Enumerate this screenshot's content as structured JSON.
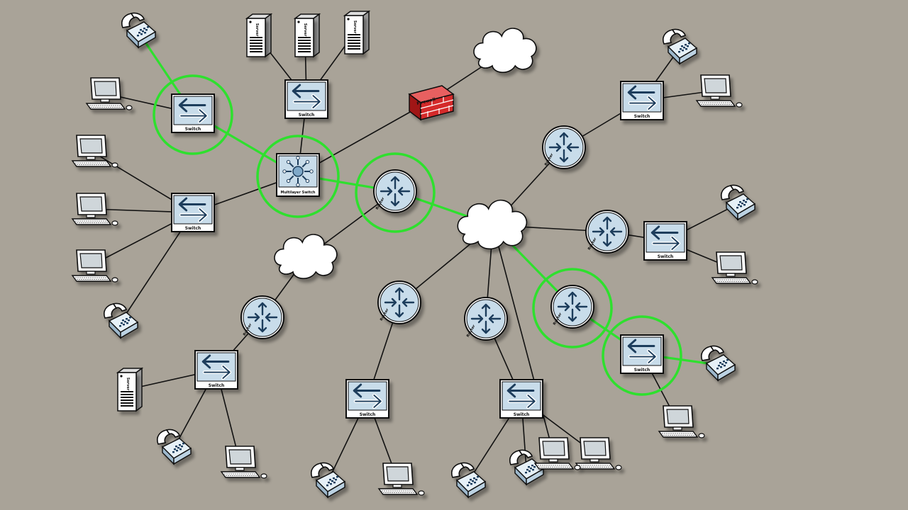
{
  "labels": {
    "switch": "Switch",
    "router": "Router",
    "server": "Server",
    "firewall": "Firewall",
    "multilayer_switch": "Multilayer Switch"
  },
  "colors": {
    "background": "#a9a398",
    "device_fill": "#c8dcea",
    "highlight": "#2ee02e",
    "link": "#111111",
    "firewall_brick": "#d42a2a"
  },
  "nodes": [
    {
      "id": "mls",
      "type": "multilayer-switch",
      "highlighted": true
    },
    {
      "id": "sw-top-left",
      "type": "switch",
      "highlighted": true
    },
    {
      "id": "sw-top-center",
      "type": "switch",
      "highlighted": false
    },
    {
      "id": "sw-left",
      "type": "switch",
      "highlighted": false
    },
    {
      "id": "sw-top-right",
      "type": "switch",
      "highlighted": false
    },
    {
      "id": "sw-right",
      "type": "switch",
      "highlighted": false
    },
    {
      "id": "sw-bottom-left",
      "type": "switch",
      "highlighted": false
    },
    {
      "id": "sw-bottom-mid-left",
      "type": "switch",
      "highlighted": false
    },
    {
      "id": "sw-bottom-mid-right",
      "type": "switch",
      "highlighted": false
    },
    {
      "id": "sw-bottom-right",
      "type": "switch",
      "highlighted": true
    },
    {
      "id": "router-center",
      "type": "router",
      "highlighted": true
    },
    {
      "id": "router-upper-right",
      "type": "router",
      "highlighted": false
    },
    {
      "id": "router-right",
      "type": "router",
      "highlighted": false
    },
    {
      "id": "router-lower-right",
      "type": "router",
      "highlighted": true
    },
    {
      "id": "router-lower-left",
      "type": "router",
      "highlighted": false
    },
    {
      "id": "router-lower-mid",
      "type": "router",
      "highlighted": false
    },
    {
      "id": "router-lower-mid2",
      "type": "router",
      "highlighted": false
    },
    {
      "id": "firewall",
      "type": "firewall",
      "highlighted": false
    },
    {
      "id": "cloud-top",
      "type": "cloud",
      "highlighted": false
    },
    {
      "id": "cloud-center",
      "type": "cloud",
      "highlighted": false
    },
    {
      "id": "cloud-left",
      "type": "cloud",
      "highlighted": false
    },
    {
      "id": "server-1",
      "type": "server",
      "highlighted": false
    },
    {
      "id": "server-2",
      "type": "server",
      "highlighted": false
    },
    {
      "id": "server-3",
      "type": "server",
      "highlighted": false
    },
    {
      "id": "server-4",
      "type": "server",
      "highlighted": false
    },
    {
      "id": "phone-1",
      "type": "phone",
      "highlighted": true
    },
    {
      "id": "phone-2",
      "type": "phone",
      "highlighted": false
    },
    {
      "id": "phone-3",
      "type": "phone",
      "highlighted": false
    },
    {
      "id": "phone-4",
      "type": "phone",
      "highlighted": false
    },
    {
      "id": "phone-5",
      "type": "phone",
      "highlighted": true
    },
    {
      "id": "phone-6",
      "type": "phone",
      "highlighted": false
    },
    {
      "id": "phone-7",
      "type": "phone",
      "highlighted": false
    },
    {
      "id": "phone-8",
      "type": "phone",
      "highlighted": false
    },
    {
      "id": "phone-9",
      "type": "phone",
      "highlighted": false
    },
    {
      "id": "pc-1",
      "type": "computer",
      "highlighted": false
    },
    {
      "id": "pc-2",
      "type": "computer",
      "highlighted": false
    },
    {
      "id": "pc-3",
      "type": "computer",
      "highlighted": false
    },
    {
      "id": "pc-4",
      "type": "computer",
      "highlighted": false
    },
    {
      "id": "pc-5",
      "type": "computer",
      "highlighted": false
    },
    {
      "id": "pc-6",
      "type": "computer",
      "highlighted": false
    },
    {
      "id": "pc-7",
      "type": "computer",
      "highlighted": false
    },
    {
      "id": "pc-8",
      "type": "computer",
      "highlighted": false
    },
    {
      "id": "pc-9",
      "type": "computer",
      "highlighted": false
    },
    {
      "id": "pc-10",
      "type": "computer",
      "highlighted": false
    },
    {
      "id": "pc-11",
      "type": "computer",
      "highlighted": false
    }
  ],
  "links": [
    {
      "from": "sw-top-left",
      "to": "phone-1",
      "highlighted": true
    },
    {
      "from": "sw-top-left",
      "to": "pc-1",
      "highlighted": false
    },
    {
      "from": "sw-top-left",
      "to": "mls",
      "highlighted": true
    },
    {
      "from": "mls",
      "to": "router-center",
      "highlighted": true
    },
    {
      "from": "router-center",
      "to": "cloud-center",
      "highlighted": true
    },
    {
      "from": "cloud-center",
      "to": "router-lower-right",
      "highlighted": true
    },
    {
      "from": "router-lower-right",
      "to": "sw-bottom-right",
      "highlighted": true
    },
    {
      "from": "sw-bottom-right",
      "to": "phone-5",
      "highlighted": true
    },
    {
      "from": "mls",
      "to": "sw-top-center",
      "highlighted": false
    },
    {
      "from": "sw-top-center",
      "to": "server-1",
      "highlighted": false
    },
    {
      "from": "sw-top-center",
      "to": "server-2",
      "highlighted": false
    },
    {
      "from": "sw-top-center",
      "to": "server-3",
      "highlighted": false
    },
    {
      "from": "mls",
      "to": "firewall",
      "highlighted": false
    },
    {
      "from": "firewall",
      "to": "cloud-top",
      "highlighted": false
    },
    {
      "from": "mls",
      "to": "sw-left",
      "highlighted": false
    },
    {
      "from": "sw-left",
      "to": "pc-2",
      "highlighted": false
    },
    {
      "from": "sw-left",
      "to": "pc-3",
      "highlighted": false
    },
    {
      "from": "sw-left",
      "to": "pc-4",
      "highlighted": false
    },
    {
      "from": "sw-left",
      "to": "phone-2",
      "highlighted": false
    },
    {
      "from": "router-center",
      "to": "cloud-left",
      "highlighted": false
    },
    {
      "from": "cloud-left",
      "to": "router-lower-left",
      "highlighted": false
    },
    {
      "from": "router-lower-left",
      "to": "sw-bottom-left",
      "highlighted": false
    },
    {
      "from": "sw-bottom-left",
      "to": "server-4",
      "highlighted": false
    },
    {
      "from": "sw-bottom-left",
      "to": "phone-3",
      "highlighted": false
    },
    {
      "from": "sw-bottom-left",
      "to": "pc-5",
      "highlighted": false
    },
    {
      "from": "cloud-center",
      "to": "router-upper-right",
      "highlighted": false
    },
    {
      "from": "router-upper-right",
      "to": "sw-top-right",
      "highlighted": false
    },
    {
      "from": "sw-top-right",
      "to": "phone-4",
      "highlighted": false
    },
    {
      "from": "sw-top-right",
      "to": "pc-6",
      "highlighted": false
    },
    {
      "from": "cloud-center",
      "to": "router-right",
      "highlighted": false
    },
    {
      "from": "router-right",
      "to": "sw-right",
      "highlighted": false
    },
    {
      "from": "sw-right",
      "to": "phone-9",
      "highlighted": false
    },
    {
      "from": "sw-right",
      "to": "pc-7",
      "highlighted": false
    },
    {
      "from": "sw-bottom-right",
      "to": "pc-8",
      "highlighted": false
    },
    {
      "from": "cloud-center",
      "to": "router-lower-mid",
      "highlighted": false
    },
    {
      "from": "router-lower-mid",
      "to": "sw-bottom-mid-left",
      "highlighted": false
    },
    {
      "from": "sw-bottom-mid-left",
      "to": "phone-6",
      "highlighted": false
    },
    {
      "from": "sw-bottom-mid-left",
      "to": "pc-9",
      "highlighted": false
    },
    {
      "from": "cloud-center",
      "to": "router-lower-mid2",
      "highlighted": false
    },
    {
      "from": "router-lower-mid2",
      "to": "sw-bottom-mid-right",
      "highlighted": false
    },
    {
      "from": "sw-bottom-mid-right",
      "to": "phone-7",
      "highlighted": false
    },
    {
      "from": "sw-bottom-mid-right",
      "to": "phone-8",
      "highlighted": false
    },
    {
      "from": "sw-bottom-mid-right",
      "to": "pc-10",
      "highlighted": false
    },
    {
      "from": "cloud-center",
      "to": "pc-11",
      "highlighted": false
    }
  ]
}
